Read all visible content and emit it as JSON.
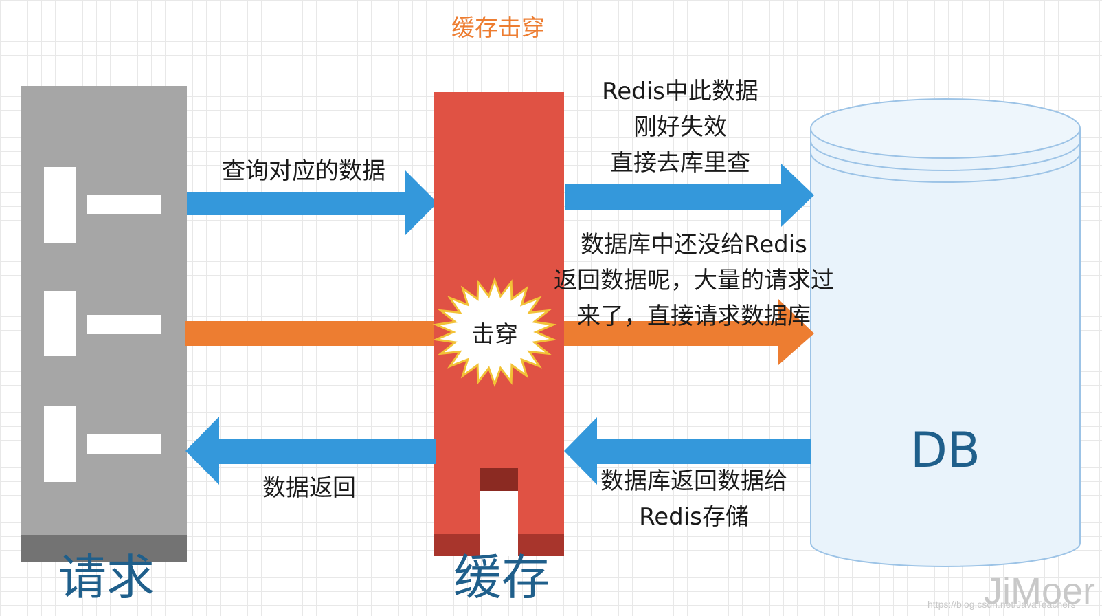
{
  "title": "缓存击穿",
  "nodes": {
    "request": {
      "label": "请求"
    },
    "cache": {
      "label": "缓存"
    },
    "db": {
      "label": "DB"
    }
  },
  "arrows": {
    "query": {
      "label": "查询对应的数据"
    },
    "miss": {
      "lines": [
        "Redis中此数据",
        "刚好失效",
        "直接去库里查"
      ]
    },
    "penetrate": {
      "lines": [
        "数据库中还没给Redis",
        "返回数据呢，大量的请求过",
        "来了，直接请求数据库"
      ]
    },
    "db_return": {
      "lines": [
        "数据库返回数据给",
        "Redis存储"
      ]
    },
    "data_return": {
      "label": "数据返回"
    }
  },
  "burst": {
    "label": "击穿"
  },
  "watermark": {
    "name": "JiMoer",
    "url": "https://blog.csdn.net/JavaTeachers"
  },
  "colors": {
    "request": "#a6a6a6",
    "request_base": "#737373",
    "cache": "#e05244",
    "cache_dark": "#8b2a22",
    "arrow_blue": "#3498db",
    "arrow_orange": "#ed7d31",
    "db_fill": "#e9f3fb",
    "db_stroke": "#9cc3e6"
  }
}
